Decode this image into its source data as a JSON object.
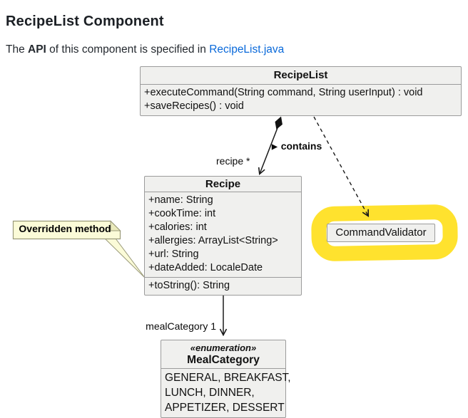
{
  "page": {
    "title": "RecipeList Component",
    "intro": {
      "prefix": "The ",
      "bold": "API",
      "middle": " of this component is specified in ",
      "link_text": "RecipeList.java"
    }
  },
  "colors": {
    "link": "#0969da",
    "box_fill": "#f0f0ee",
    "box_border": "#9b9b9b",
    "edge": "#1a1a1a",
    "note_fill": "#fbfbd8",
    "note_border": "#9a9a7a",
    "highlight": "#ffe22e"
  },
  "diagram": {
    "classes": {
      "recipe_list": {
        "name": "RecipeList",
        "methods": [
          "+executeCommand(String command, String userInput) : void",
          "+saveRecipes() : void"
        ]
      },
      "recipe": {
        "name": "Recipe",
        "attributes": [
          "+name: String",
          "+cookTime: int",
          "+calories: int",
          "+allergies: ArrayList<String>",
          "+url: String",
          "+dateAdded: LocaleDate"
        ],
        "methods": [
          "+toString(): String"
        ]
      },
      "command_validator": {
        "name": "CommandValidator"
      },
      "meal_category": {
        "stereotype": "«enumeration»",
        "name": "MealCategory",
        "values": [
          "GENERAL, BREAKFAST,",
          "LUNCH, DINNER,",
          "APPETIZER, DESSERT"
        ]
      }
    },
    "edges": {
      "contains": {
        "marker": "▶",
        "label": "contains",
        "multiplicity": "recipe *"
      },
      "meal_category": {
        "label": "mealCategory 1"
      }
    },
    "note": {
      "text": "Overridden method"
    }
  }
}
